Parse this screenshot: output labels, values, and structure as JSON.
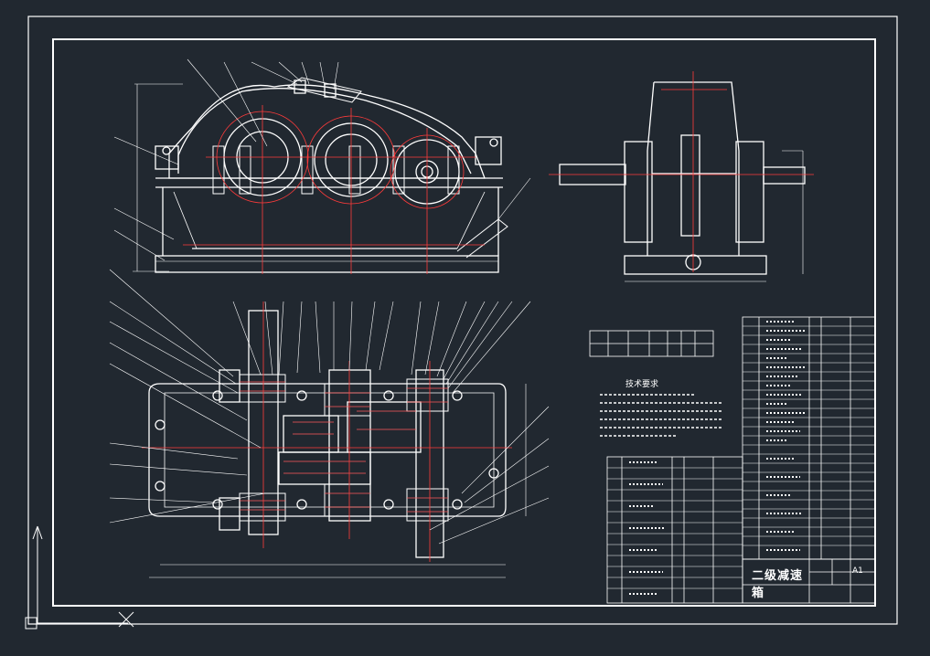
{
  "drawing": {
    "title": "二级减速箱",
    "notes_title": "技术要求",
    "sheet_size": "A1",
    "colors": {
      "background": "#212830",
      "outline": "#ffffff",
      "center_lines": "#ff3b3b",
      "hatch": "#ff5a5a"
    }
  }
}
